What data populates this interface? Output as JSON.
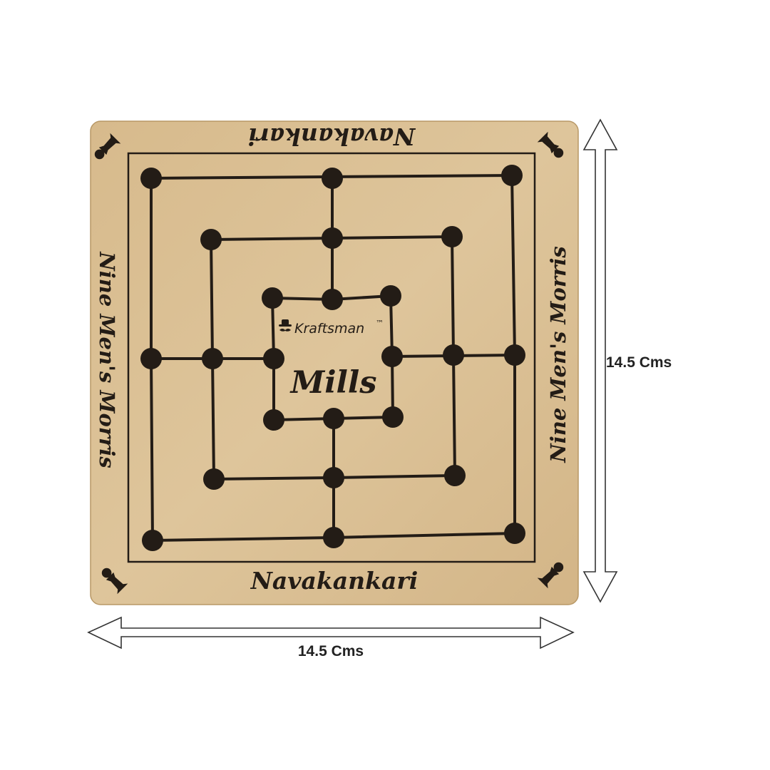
{
  "board": {
    "title": "Mills",
    "brand": "Kraftsman",
    "brand_mark": "™",
    "top_label": "Navakankari",
    "bottom_label": "Navakankari",
    "left_label": "Nine Men's Morris",
    "right_label": "Nine Men's Morris",
    "colors": {
      "wood": "#D9BE93",
      "wood_edge": "#B89866",
      "ink": "#231c16"
    },
    "icons": [
      "pawn-icon",
      "hat-mustache-icon"
    ]
  },
  "dimensions": {
    "width_label": "14.5 Cms",
    "height_label": "14.5 Cms",
    "colors": {
      "text": "#222222",
      "arrow": "#333333"
    }
  }
}
